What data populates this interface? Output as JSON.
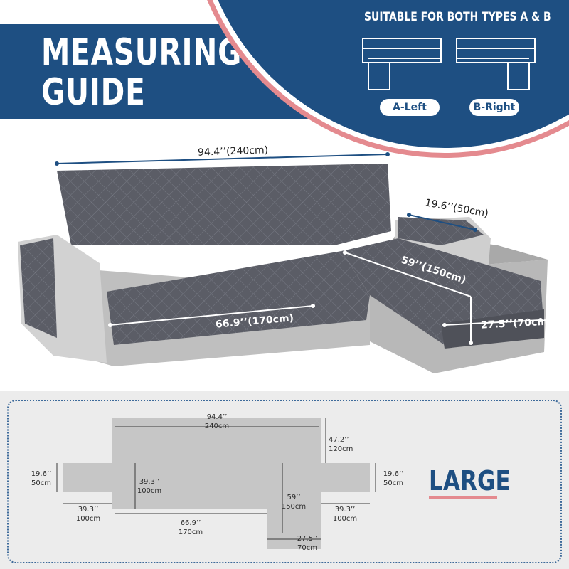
{
  "header": {
    "title_line1": "MEASURING",
    "title_line2": "GUIDE"
  },
  "types_panel": {
    "title": "SUITABLE FOR BOTH TYPES A & B",
    "type_a_label": "A-Left",
    "type_b_label": "B-Right"
  },
  "sofa_dimensions": {
    "total_width": "94.4’’(240cm)",
    "arm_depth": "19.6’’(50cm)",
    "chaise_length": "59’’(150cm)",
    "seat_width": "66.9’’(170cm)",
    "chaise_width": "27.5’’(70cm)"
  },
  "diagram": {
    "back_width_in": "94.4’’",
    "back_width_cm": "240cm",
    "back_height_in": "47.2’’",
    "back_height_cm": "120cm",
    "left_arm_in": "19.6’’",
    "left_arm_cm": "50cm",
    "right_arm_in": "19.6’’",
    "right_arm_cm": "50cm",
    "seat_depth_in": "39.3’’",
    "seat_depth_cm": "100cm",
    "left_arm_len_in": "39.3’’",
    "left_arm_len_cm": "100cm",
    "seat_width_in": "66.9’’",
    "seat_width_cm": "170cm",
    "chaise_len_in": "59’’",
    "chaise_len_cm": "150cm",
    "right_arm_len_in": "39.3’’",
    "right_arm_len_cm": "100cm",
    "chaise_width_in": "27.5’’",
    "chaise_width_cm": "70cm"
  },
  "size_label": "LARGE",
  "colors": {
    "brand_blue": "#1e4f82",
    "accent_pink": "#e48a8f",
    "cover_gray": "#5b5d66",
    "sofa_gray": "#c9c9c9",
    "diagram_fill": "#c6c6c6",
    "panel_bg": "#ececec"
  }
}
